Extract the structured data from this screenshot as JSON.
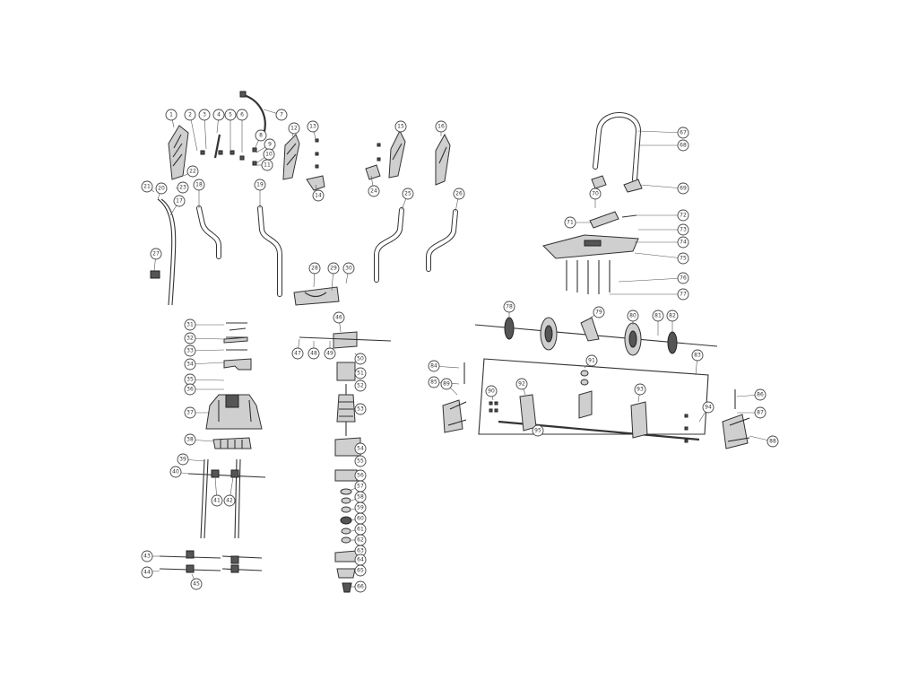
{
  "callouts": [
    {
      "label": "1"
    },
    {
      "label": "2"
    },
    {
      "label": "3"
    },
    {
      "label": "4"
    },
    {
      "label": "5"
    },
    {
      "label": "6"
    },
    {
      "label": "7"
    },
    {
      "label": "8"
    },
    {
      "label": "9"
    },
    {
      "label": "10"
    },
    {
      "label": "11"
    },
    {
      "label": "12"
    },
    {
      "label": "13"
    },
    {
      "label": "14"
    },
    {
      "label": "15"
    },
    {
      "label": "16"
    },
    {
      "label": "17"
    },
    {
      "label": "18"
    },
    {
      "label": "19"
    },
    {
      "label": "20"
    },
    {
      "label": "21"
    },
    {
      "label": "22"
    },
    {
      "label": "23"
    },
    {
      "label": "24"
    },
    {
      "label": "25"
    },
    {
      "label": "26"
    },
    {
      "label": "27"
    },
    {
      "label": "28"
    },
    {
      "label": "29"
    },
    {
      "label": "30"
    },
    {
      "label": "31"
    },
    {
      "label": "32"
    },
    {
      "label": "33"
    },
    {
      "label": "34"
    },
    {
      "label": "35"
    },
    {
      "label": "36"
    },
    {
      "label": "37"
    },
    {
      "label": "38"
    },
    {
      "label": "39"
    },
    {
      "label": "40"
    },
    {
      "label": "41"
    },
    {
      "label": "42"
    },
    {
      "label": "43"
    },
    {
      "label": "44"
    },
    {
      "label": "45"
    },
    {
      "label": "46"
    },
    {
      "label": "47"
    },
    {
      "label": "48"
    },
    {
      "label": "49"
    },
    {
      "label": "50"
    },
    {
      "label": "51"
    },
    {
      "label": "52"
    },
    {
      "label": "53"
    },
    {
      "label": "54"
    },
    {
      "label": "55"
    },
    {
      "label": "56"
    },
    {
      "label": "57"
    },
    {
      "label": "58"
    },
    {
      "label": "59"
    },
    {
      "label": "60"
    },
    {
      "label": "61"
    },
    {
      "label": "62"
    },
    {
      "label": "63"
    },
    {
      "label": "64"
    },
    {
      "label": "65"
    },
    {
      "label": "66"
    },
    {
      "label": "67"
    },
    {
      "label": "68"
    },
    {
      "label": "69"
    },
    {
      "label": "70"
    },
    {
      "label": "71"
    },
    {
      "label": "72"
    },
    {
      "label": "73"
    },
    {
      "label": "74"
    },
    {
      "label": "75"
    },
    {
      "label": "76"
    },
    {
      "label": "77"
    },
    {
      "label": "78"
    },
    {
      "label": "79"
    },
    {
      "label": "80"
    },
    {
      "label": "81"
    },
    {
      "label": "82"
    },
    {
      "label": "83"
    },
    {
      "label": "84"
    },
    {
      "label": "85"
    },
    {
      "label": "86"
    },
    {
      "label": "87"
    },
    {
      "label": "88"
    },
    {
      "label": "89"
    },
    {
      "label": "90"
    },
    {
      "label": "91"
    },
    {
      "label": "92"
    },
    {
      "label": "93"
    },
    {
      "label": "94"
    },
    {
      "label": "95"
    }
  ]
}
